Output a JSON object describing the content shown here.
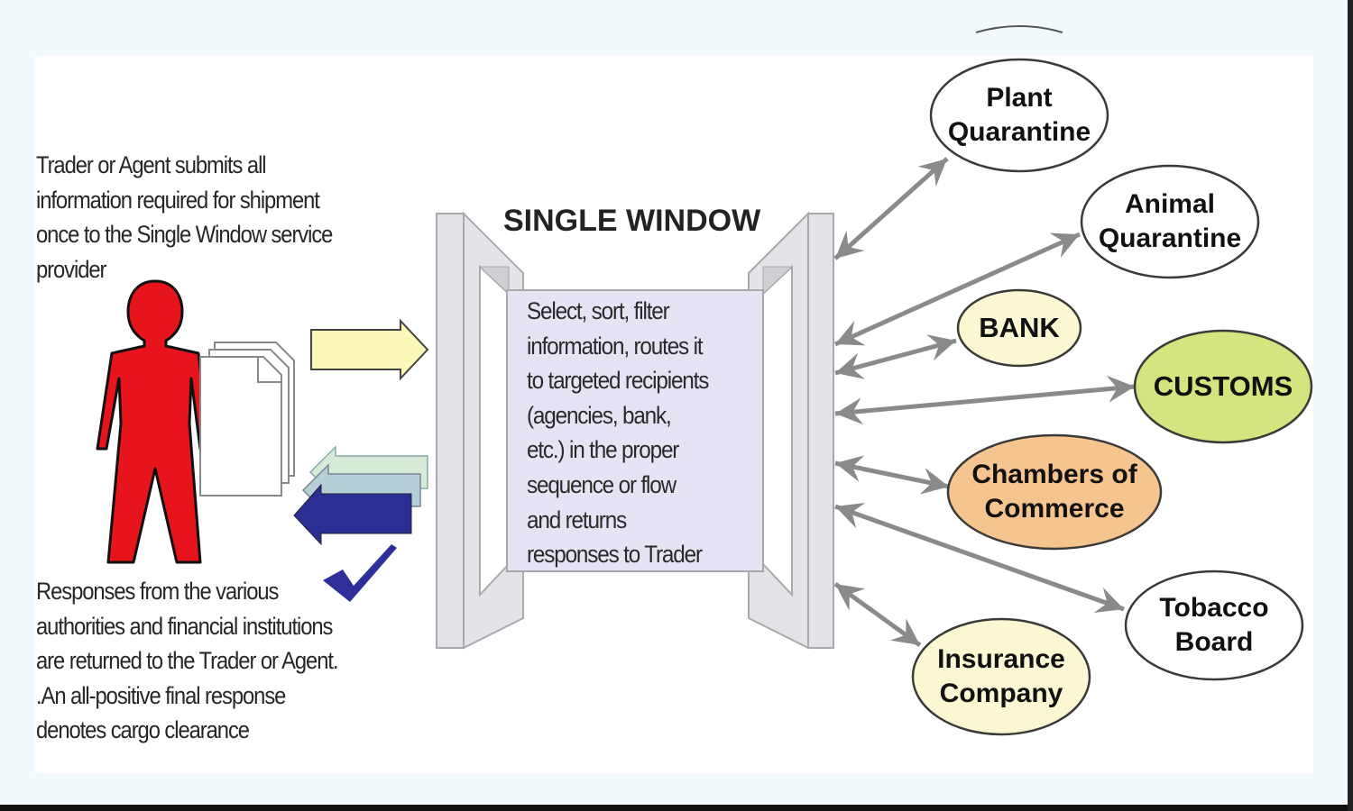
{
  "diagram": {
    "title": "SINGLE WINDOW",
    "trader_caption": [
      "Trader or Agent submits all",
      "information required for shipment",
      "once to the Single Window service",
      "provider"
    ],
    "response_caption": [
      "Responses from the various",
      "authorities and financial institutions",
      "are returned to the Trader or Agent.",
      ".An all-positive final response",
      "denotes cargo clearance"
    ],
    "window_text": [
      "Select, sort, filter",
      "information, routes it",
      "to targeted recipients",
      "(agencies, bank,",
      "etc.) in the proper",
      "sequence or flow",
      "and returns",
      "responses to Trader"
    ],
    "actor": {
      "label": "trader-agent",
      "icon": "person-icon",
      "color": "#e8141b"
    },
    "documents": {
      "icon": "document-stack-icon",
      "count": 3
    },
    "submit_arrow": {
      "icon": "arrow-right-icon",
      "color": "#fbf7b8"
    },
    "response_arrows": {
      "icon": "arrow-left-icon",
      "colors": [
        "#d6ead8",
        "#b6cfd6",
        "#2b2e93"
      ]
    },
    "checkmark": {
      "icon": "checkmark-icon",
      "color": "#2e2f9a"
    },
    "colors": {
      "frame": "#e4e4e8",
      "frame_border": "#a9a9ad",
      "window_panel": "#e4e4f5",
      "connector": "#8a8a8c"
    },
    "recipients": [
      {
        "id": "plant-quarantine",
        "lines": [
          "Plant",
          "Quarantine"
        ],
        "fill": "#ffffff"
      },
      {
        "id": "animal-quarantine",
        "lines": [
          "Animal",
          "Quarantine"
        ],
        "fill": "#ffffff"
      },
      {
        "id": "bank",
        "lines": [
          "BANK"
        ],
        "fill": "#fbf7d2"
      },
      {
        "id": "customs",
        "lines": [
          "CUSTOMS"
        ],
        "fill": "#d4e47e"
      },
      {
        "id": "chambers-of-commerce",
        "lines": [
          "Chambers of",
          "Commerce"
        ],
        "fill": "#f6c48e"
      },
      {
        "id": "tobacco-board",
        "lines": [
          "Tobacco",
          "Board"
        ],
        "fill": "#ffffff"
      },
      {
        "id": "insurance-company",
        "lines": [
          "Insurance",
          "Company"
        ],
        "fill": "#fbf7d2"
      }
    ]
  }
}
